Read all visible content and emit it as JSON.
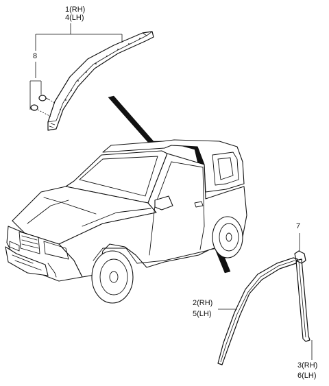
{
  "callouts": {
    "c1": "1(RH)",
    "c4": "4(LH)",
    "c8": "8",
    "c7": "7",
    "c2": "2(RH)",
    "c5": "5(LH)",
    "c3": "3(RH)",
    "c6": "6(LH)"
  },
  "colors": {
    "line": "#111111",
    "background": "#ffffff"
  }
}
